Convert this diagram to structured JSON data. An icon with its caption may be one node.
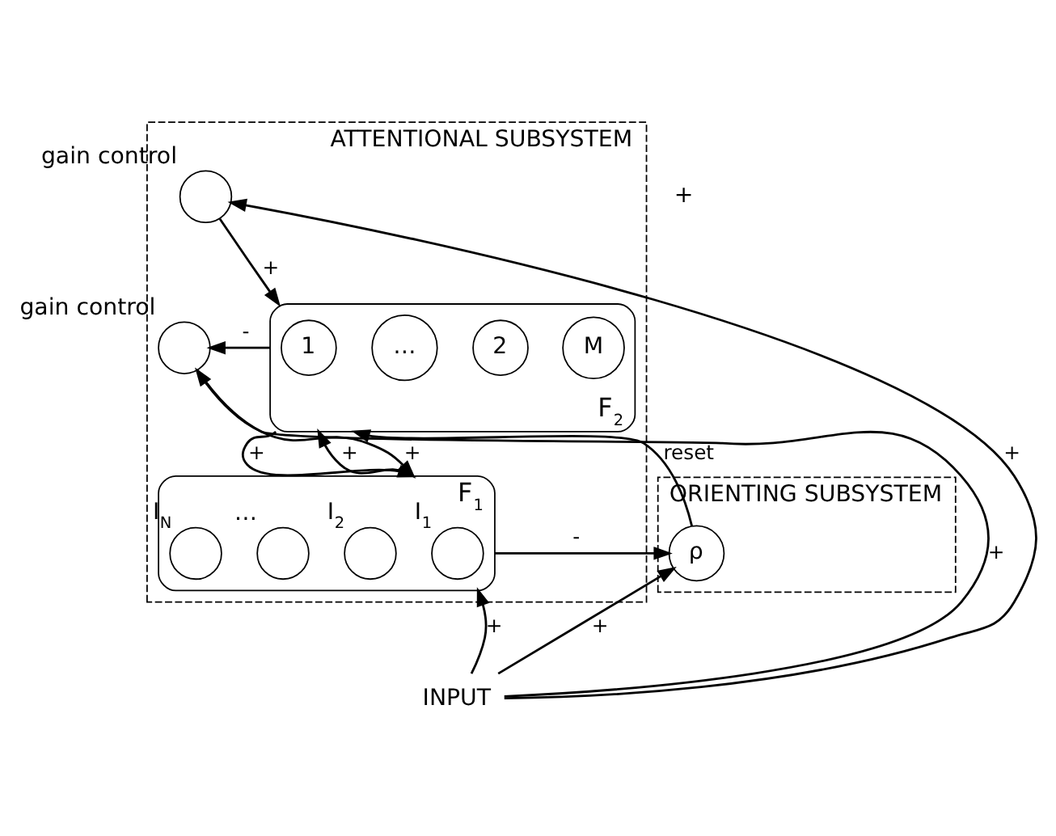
{
  "diagram": {
    "nodes": [
      {
        "text": [
          "ATTENTIONAL SUBSYSTEM"
        ]
      },
      {
        "text": [
          "ORIENTING SUBSYSTEM"
        ]
      },
      {
        "text": [
          "F$_{2}$"
        ],
        "in": 0
      },
      {
        "text": [
          "1"
        ],
        "in": 2
      },
      {
        "text": [
          "2"
        ],
        "in": 2
      },
      {
        "text": [
          "…"
        ],
        "in": 2
      },
      {
        "text": [
          "M"
        ],
        "in": 2
      },
      {
        "text": [
          "F$_{1}$"
        ],
        "in": 0
      },
      {
        "text": [],
        "shape": "circle",
        "beside": [
          "I$_{1}$"
        ],
        "in": 7
      },
      {
        "text": [],
        "shape": "circle",
        "beside": [
          "I$_{2}$"
        ],
        "in": 7
      },
      {
        "text": [],
        "shape": "circle",
        "beside": [
          "…"
        ],
        "in": 7
      },
      {
        "text": [],
        "shape": "circle",
        "beside": [
          "I$_{N}$"
        ],
        "in": 7
      },
      {
        "text": [],
        "shape": "circle",
        "beside": [
          "gain control"
        ],
        "in": 0
      },
      {
        "text": [],
        "shape": "circle",
        "beside": [
          "gain control"
        ],
        "in": 0
      },
      {
        "text": [
          "ρ"
        ],
        "in": 1
      },
      {
        "text": [
          "INPUT"
        ]
      }
    ],
    "edges": [
      {
        "from": 15,
        "to": 7,
        "arrow": "to",
        "label": "+"
      },
      {
        "from": 15,
        "to": 12,
        "arrow": "to",
        "label": "+"
      },
      {
        "from": 15,
        "to": 13,
        "arrow": "to",
        "label": "+"
      },
      {
        "from": 15,
        "to": 14,
        "arrow": "to",
        "label": "+"
      },
      {
        "from": 12,
        "to": 2,
        "arrow": "to",
        "label": "+"
      },
      {
        "from": 13,
        "to": 7,
        "arrow": "to",
        "label": "+"
      },
      {
        "from": 2,
        "to": 7,
        "arrow": "to",
        "label": "+"
      },
      {
        "from": 2,
        "to": 13,
        "arrow": "to",
        "label": "-"
      },
      {
        "from": 7,
        "to": 2,
        "arrow": "to",
        "label": "+"
      },
      {
        "from": 7,
        "to": 14,
        "arrow": "to",
        "label": "-"
      },
      {
        "from": 14,
        "to": 2,
        "arrow": "to",
        "label": "reset"
      }
    ],
    "labels": [
      "+"
    ]
  }
}
